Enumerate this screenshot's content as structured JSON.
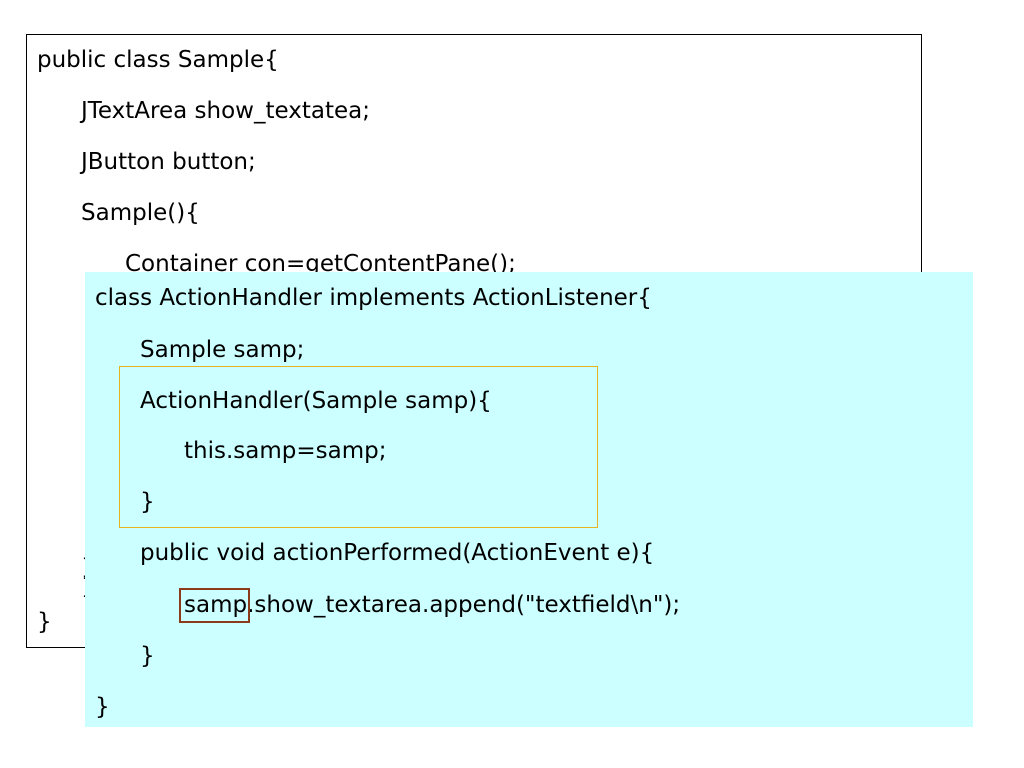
{
  "sample_class": {
    "lines": [
      "public class Sample{",
      "JTextArea show_textatea;",
      "JButton button;",
      "Sample(){",
      "Container con=getContentPane();",
      "}",
      "}",
      "}"
    ]
  },
  "handler_class": {
    "lines": [
      "class ActionHandler implements ActionListener{",
      "Sample samp;",
      "ActionHandler(Sample samp){",
      "this.samp=samp;",
      "}",
      "public void actionPerformed(ActionEvent e){",
      "samp.show_textarea.append(\"textfield\\n\");",
      "}",
      "}"
    ]
  },
  "colors": {
    "handler_background": "#ccffff",
    "constructor_highlight_border": "#e6b422",
    "samp_highlight_border": "#8b3a1a"
  }
}
